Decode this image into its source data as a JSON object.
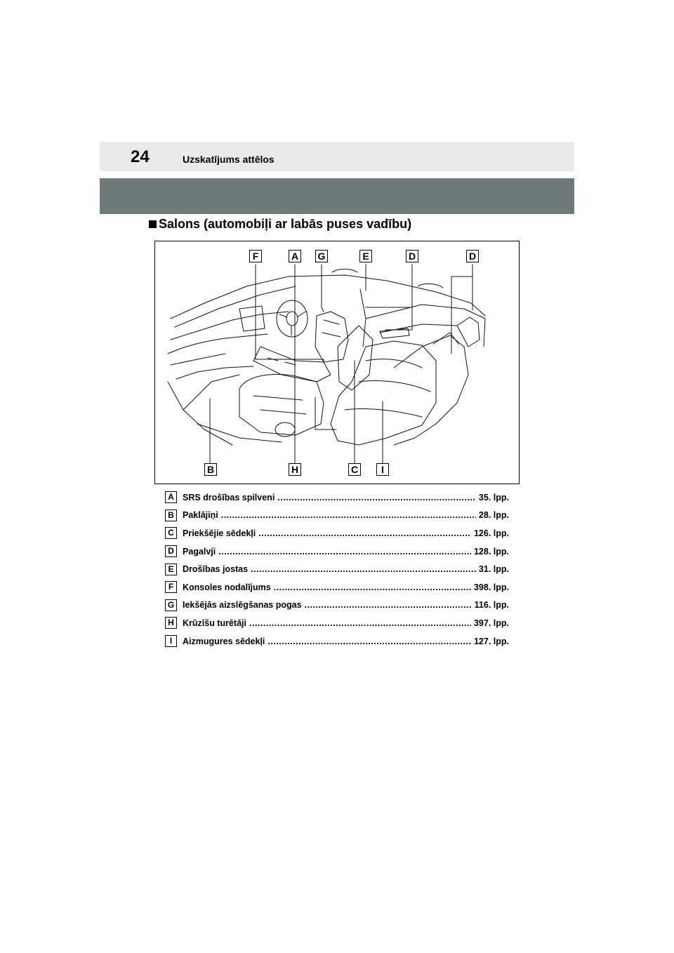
{
  "header": {
    "page_number": "24",
    "title": "Uzskatījums attēlos"
  },
  "section": {
    "heading": "Salons (automobiļi ar labās puses vadību)"
  },
  "figure": {
    "labels": {
      "F": "F",
      "A": "A",
      "G": "G",
      "E": "E",
      "D1": "D",
      "D2": "D",
      "B": "B",
      "H": "H",
      "C": "C",
      "I": "I"
    }
  },
  "legend": [
    {
      "letter": "A",
      "name": "SRS drošības spilveni",
      "page": "35. lpp."
    },
    {
      "letter": "B",
      "name": "Paklājiņi",
      "page": "28. lpp."
    },
    {
      "letter": "C",
      "name": "Priekšējie sēdekļi",
      "page": "126. lpp."
    },
    {
      "letter": "D",
      "name": "Pagalvji",
      "page": "128. lpp."
    },
    {
      "letter": "E",
      "name": "Drošības jostas",
      "page": "31. lpp."
    },
    {
      "letter": "F",
      "name": "Konsoles nodalījums",
      "page": "398. lpp."
    },
    {
      "letter": "G",
      "name": "Iekšējās aizslēgšanas pogas",
      "page": "116. lpp."
    },
    {
      "letter": "H",
      "name": "Krūzīšu turētāji",
      "page": "397. lpp."
    },
    {
      "letter": "I",
      "name": "Aizmugures sēdekļi",
      "page": "127. lpp."
    }
  ]
}
